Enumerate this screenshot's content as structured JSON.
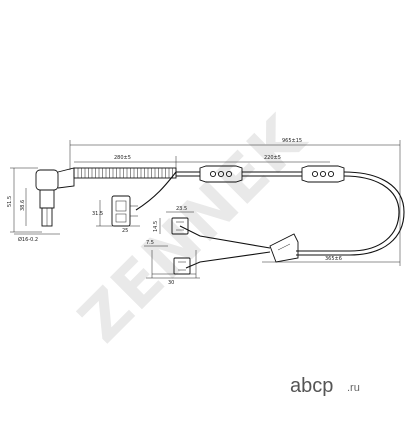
{
  "watermark": {
    "text": "ZENNEK"
  },
  "brand": {
    "name": "abcp",
    "tld": ".ru"
  },
  "dimensions": {
    "total_length": "965±15",
    "length_left": "280±5",
    "length_mid": "220±5",
    "length_right": "365±6",
    "sensor_height": "51.5",
    "sensor_body": "38.6",
    "sensor_diameter": "Ø16-0.2",
    "connector_width": "31.5",
    "connector_gap": "25",
    "clip_width": "23.5",
    "clip_height": "14.5",
    "plug_width": "30",
    "plug_offset": "7.5"
  }
}
